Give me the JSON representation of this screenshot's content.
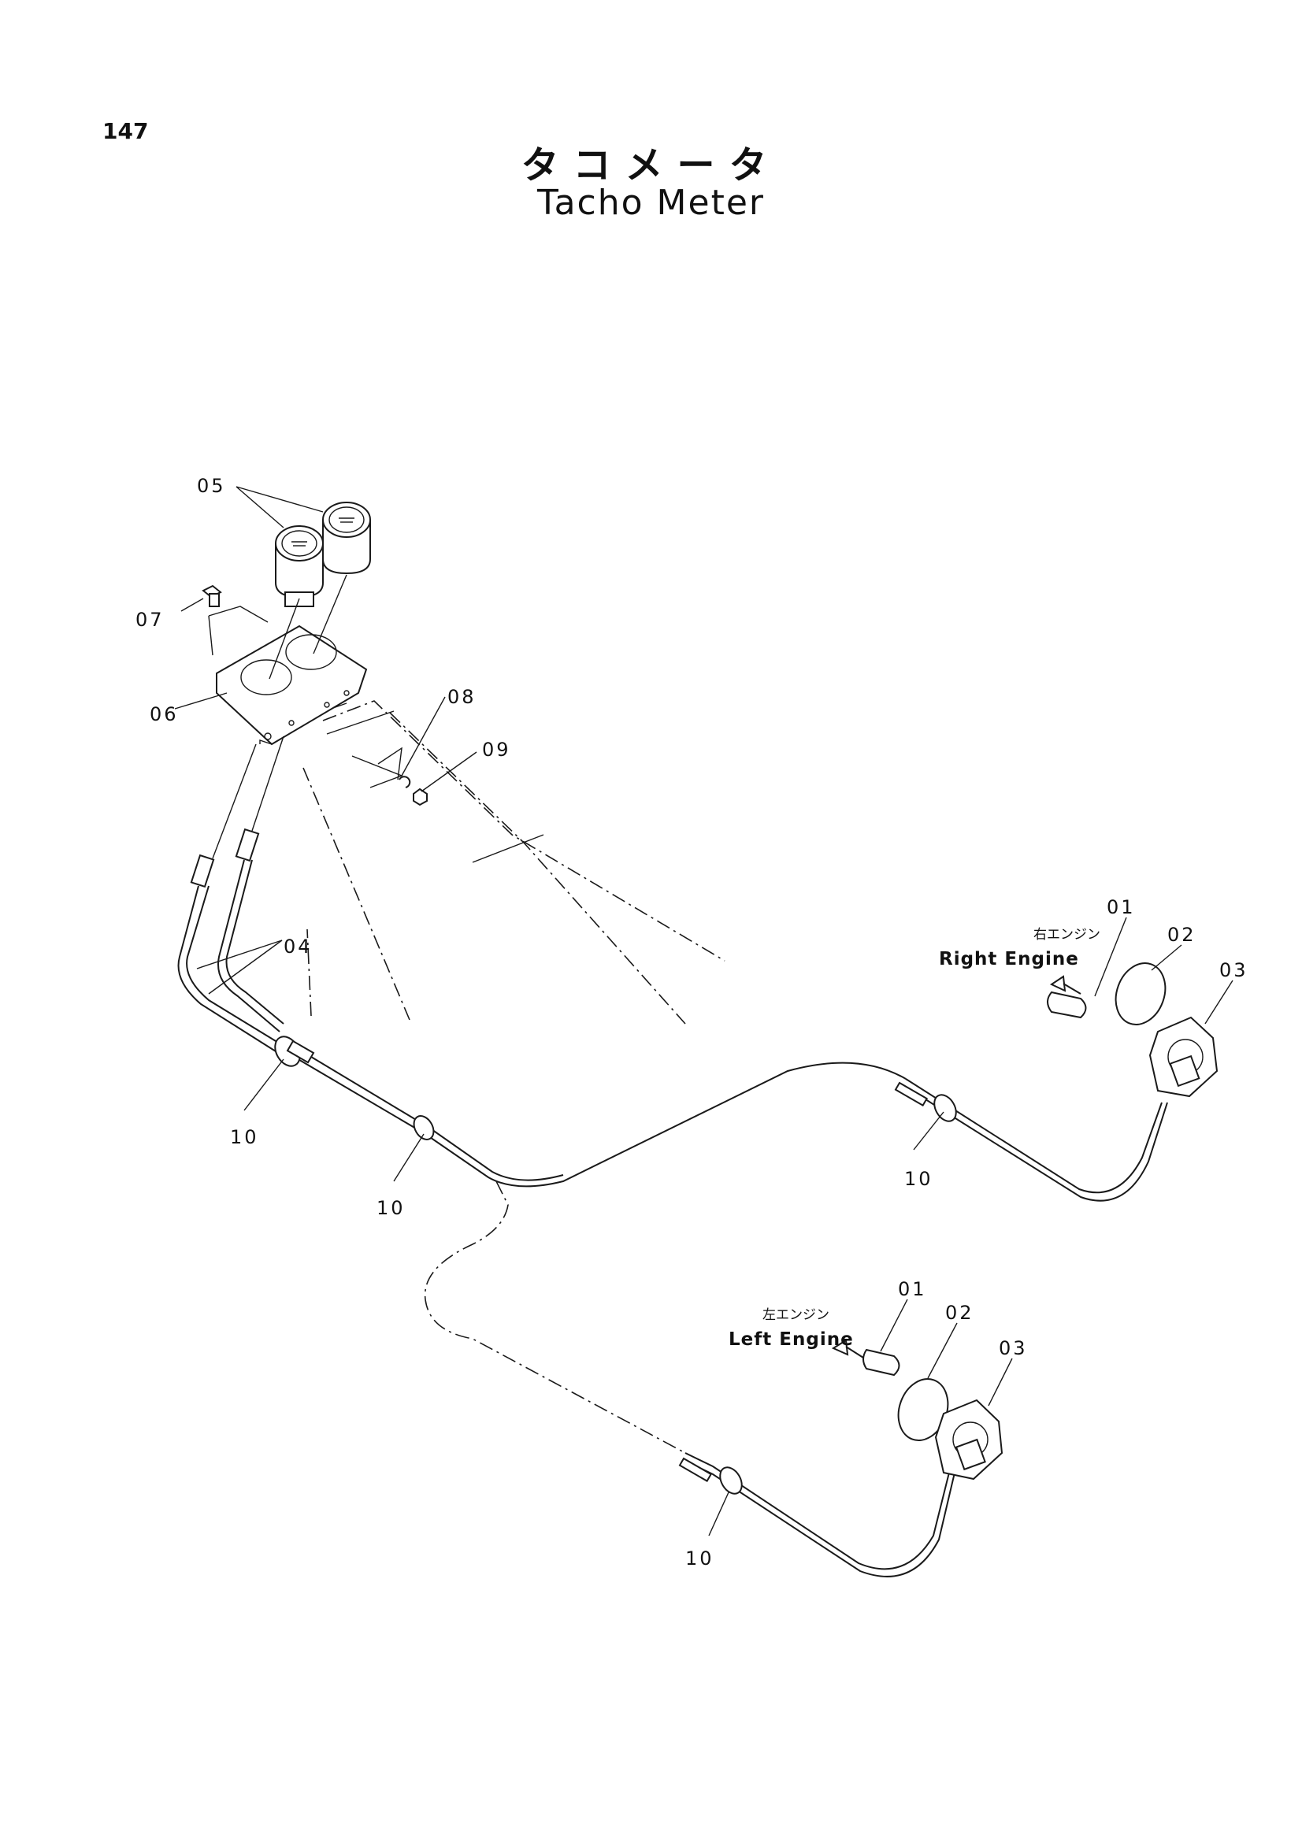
{
  "page_number": "147",
  "title_jp": "タコメータ",
  "title_en": "Tacho Meter",
  "engines": {
    "right": {
      "label_jp": "右エンジン",
      "label_en": "Right Engine"
    },
    "left": {
      "label_jp": "左エンジン",
      "label_en": "Left Engine"
    }
  },
  "callouts": {
    "p01_right": "01",
    "p02_right": "02",
    "p03_right": "03",
    "p01_left": "01",
    "p02_left": "02",
    "p03_left": "03",
    "p04": "04",
    "p05": "05",
    "p06": "06",
    "p07": "07",
    "p08": "08",
    "p09": "09",
    "p10_a": "10",
    "p10_b": "10",
    "p10_c": "10",
    "p10_d": "10"
  }
}
